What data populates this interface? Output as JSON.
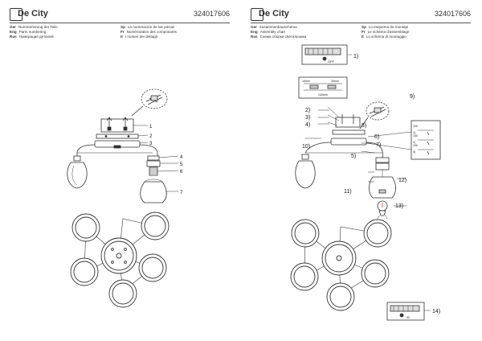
{
  "brand": {
    "name": "De City"
  },
  "left_page": {
    "code": "324017606",
    "legend": [
      {
        "lang": "Ger",
        "text": "Nummerierung der Teile"
      },
      {
        "lang": "Eng",
        "text": "Parts numbering"
      },
      {
        "lang": "Rus",
        "text": "Нумерация деталей"
      },
      {
        "lang": "Sp",
        "text": "La numeración de las piezas"
      },
      {
        "lang": "Fr",
        "text": "Numérotation des composants"
      },
      {
        "lang": "It",
        "text": "I numeri dei dettagli"
      }
    ],
    "callouts": [
      "1",
      "2",
      "3",
      "4",
      "5",
      "6",
      "7"
    ]
  },
  "right_page": {
    "code": "324017606",
    "legend": [
      {
        "lang": "Ger",
        "text": "Zusammenbauschema"
      },
      {
        "lang": "Eng",
        "text": "Assembly chart"
      },
      {
        "lang": "Rus",
        "text": "Схема сборки светильника"
      },
      {
        "lang": "Sp",
        "text": "Lo esquema de montaje"
      },
      {
        "lang": "Fr",
        "text": "Le schéma d'assemblage"
      },
      {
        "lang": "It",
        "text": "Lo schema di montaggio"
      }
    ],
    "steps": [
      "1)",
      "2)",
      "3)",
      "4)",
      "5)",
      "6)",
      "7)",
      "8)",
      "9)",
      "10)",
      "11)",
      "12)",
      "13)",
      "14)"
    ],
    "small_labels": {
      "off": "OFF",
      "dim_a": "10mm",
      "dim_b": "20mm",
      "dim_c": "140mm",
      "mm": "90",
      "ins_a": "1)",
      "ins_b": "2)",
      "ins_c": "3)",
      "ins_n1": "100",
      "ins_n2": "100",
      "ins_n3": "100"
    }
  }
}
